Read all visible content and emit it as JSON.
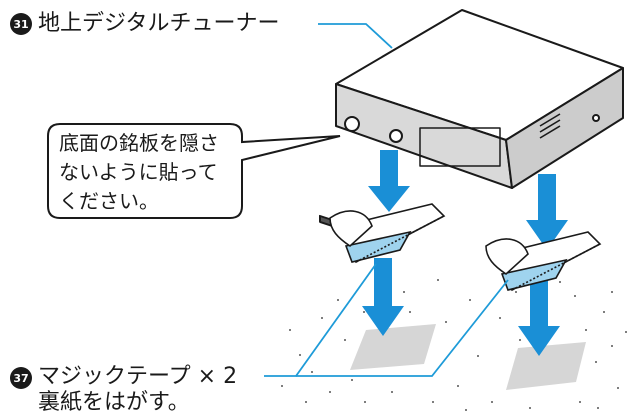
{
  "labels": {
    "tuner_number": "31",
    "tuner_name": "地上デジタルチューナー",
    "tape_number": "37",
    "tape_name": "マジックテープ × 2",
    "tape_instruction": "裏紙をはがす。"
  },
  "callout": {
    "lines": [
      "底面の銘板を隠さ",
      "ないように貼って",
      "ください。"
    ]
  },
  "colors": {
    "arrow": "#1a8fd6",
    "leader": "#1e9bd8",
    "outline": "#1a1a1a",
    "device_top": "#ffffff",
    "device_front": "#d9d9d9",
    "tape_backing": "#9fd3ee",
    "floor_pad": "#d6d6d6"
  }
}
